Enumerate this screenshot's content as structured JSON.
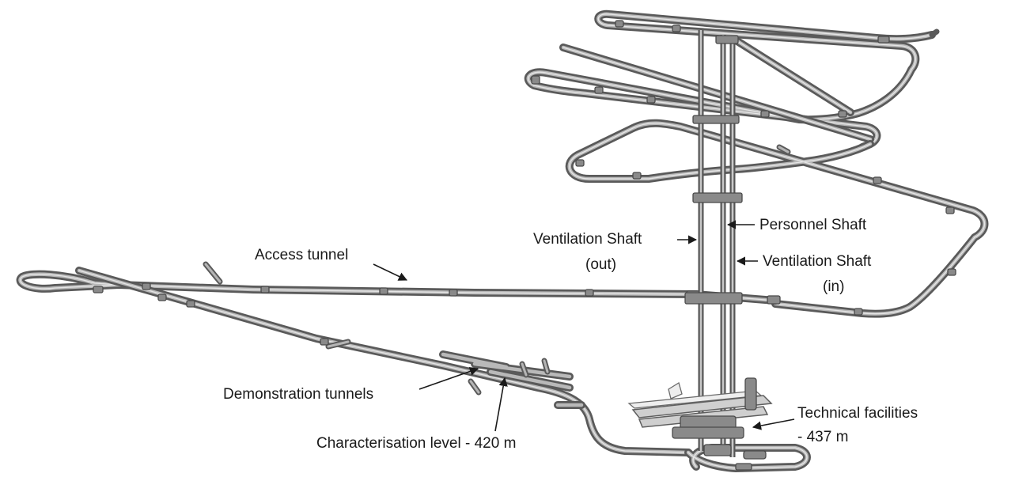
{
  "labels": {
    "access_tunnel": "Access tunnel",
    "ventilation_out_line1": "Ventilation Shaft",
    "ventilation_out_line2": "(out)",
    "personnel_shaft": "Personnel Shaft",
    "ventilation_in_line1": "Ventilation Shaft",
    "ventilation_in_line2": "(in)",
    "demonstration_tunnels": "Demonstration tunnels",
    "characterisation_level": "Characterisation level - 420 m",
    "technical_facilities_line1": "Technical facilities",
    "technical_facilities_line2": "- 437 m"
  }
}
